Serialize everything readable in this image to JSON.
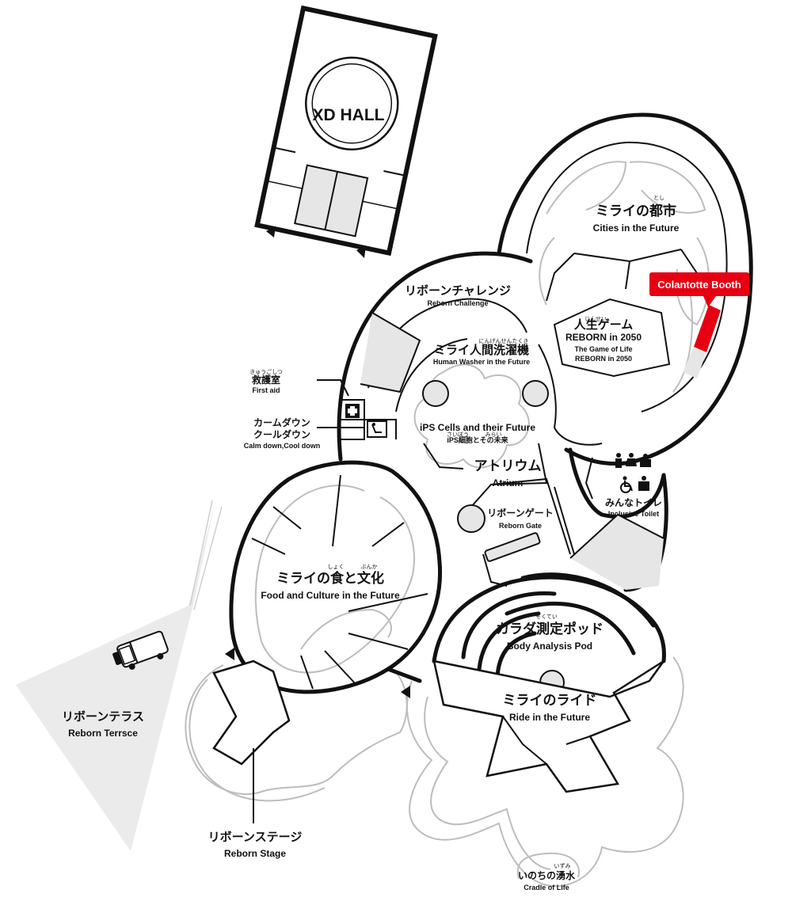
{
  "xd_hall": {
    "label": "XD HALL"
  },
  "booth_marker": {
    "label": "Colantotte Booth",
    "color": "#e60012"
  },
  "areas": {
    "cities": {
      "ruby": "とし",
      "jp": "ミライの都市",
      "en": "Cities in the Future"
    },
    "reborn_challenge": {
      "jp": "リボーンチャレンジ",
      "en": "Reborn Challenge"
    },
    "life_game": {
      "ruby": "じんせい",
      "jp": "人生ゲーム",
      "en": "REBORN in 2050",
      "en_line2": "The Game of Life",
      "en_line3": "REBORN in 2050"
    },
    "human_washer": {
      "ruby": "にんげんせんたくき",
      "jp": "ミライ人間洗濯機",
      "en": "Human Washer in the Future"
    },
    "ips_cells": {
      "en": "iPS Cells and their Future",
      "ruby": "さいぼう",
      "ruby2": "みらい",
      "jp": "iPS細胞とその未来"
    },
    "atrium": {
      "jp": "アトリウム",
      "en": "Atrium"
    },
    "reborn_gate": {
      "jp": "リボーンゲート",
      "en": "Reborn Gate"
    },
    "first_aid": {
      "ruby": "きゅうごしつ",
      "jp": "救護室",
      "en": "First aid"
    },
    "calm_down": {
      "jp_line1": "カームダウン",
      "jp_line2": "クールダウン",
      "en": "Calm down,Cool down"
    },
    "food_culture": {
      "ruby": "しょく",
      "ruby2": "ぶんか",
      "jp": "ミライの食と文化",
      "en": "Food and Culture in the Future"
    },
    "body_pod": {
      "ruby": "そくてい",
      "jp": "カラダ測定ポッド",
      "en": "Body Analysis Pod"
    },
    "ride": {
      "jp": "ミライのライド",
      "en": "Ride in the Future"
    },
    "toilet": {
      "jp": "みんなトイレ",
      "en": "Inclusive Toilet"
    },
    "terrace": {
      "jp": "リボーンテラス",
      "en": "Reborn Terrsce"
    },
    "stage": {
      "jp": "リボーンステージ",
      "en": "Reborn Stage"
    },
    "spring": {
      "ruby": "いずみ",
      "jp": "いのちの湧水",
      "en": "Cradle of Life"
    }
  },
  "icons": [
    "first-aid-cross-icon",
    "calm-down-icon",
    "restroom-icon",
    "baby-care-icon",
    "wheelchair-icon",
    "ostomate-icon",
    "golf-cart-icon",
    "entrance-arrow-icon"
  ],
  "colors": {
    "wall": "#111111",
    "shade": "#e6e6e6",
    "ghost": "#bdbdbd",
    "terrace": "#ebebeb"
  }
}
